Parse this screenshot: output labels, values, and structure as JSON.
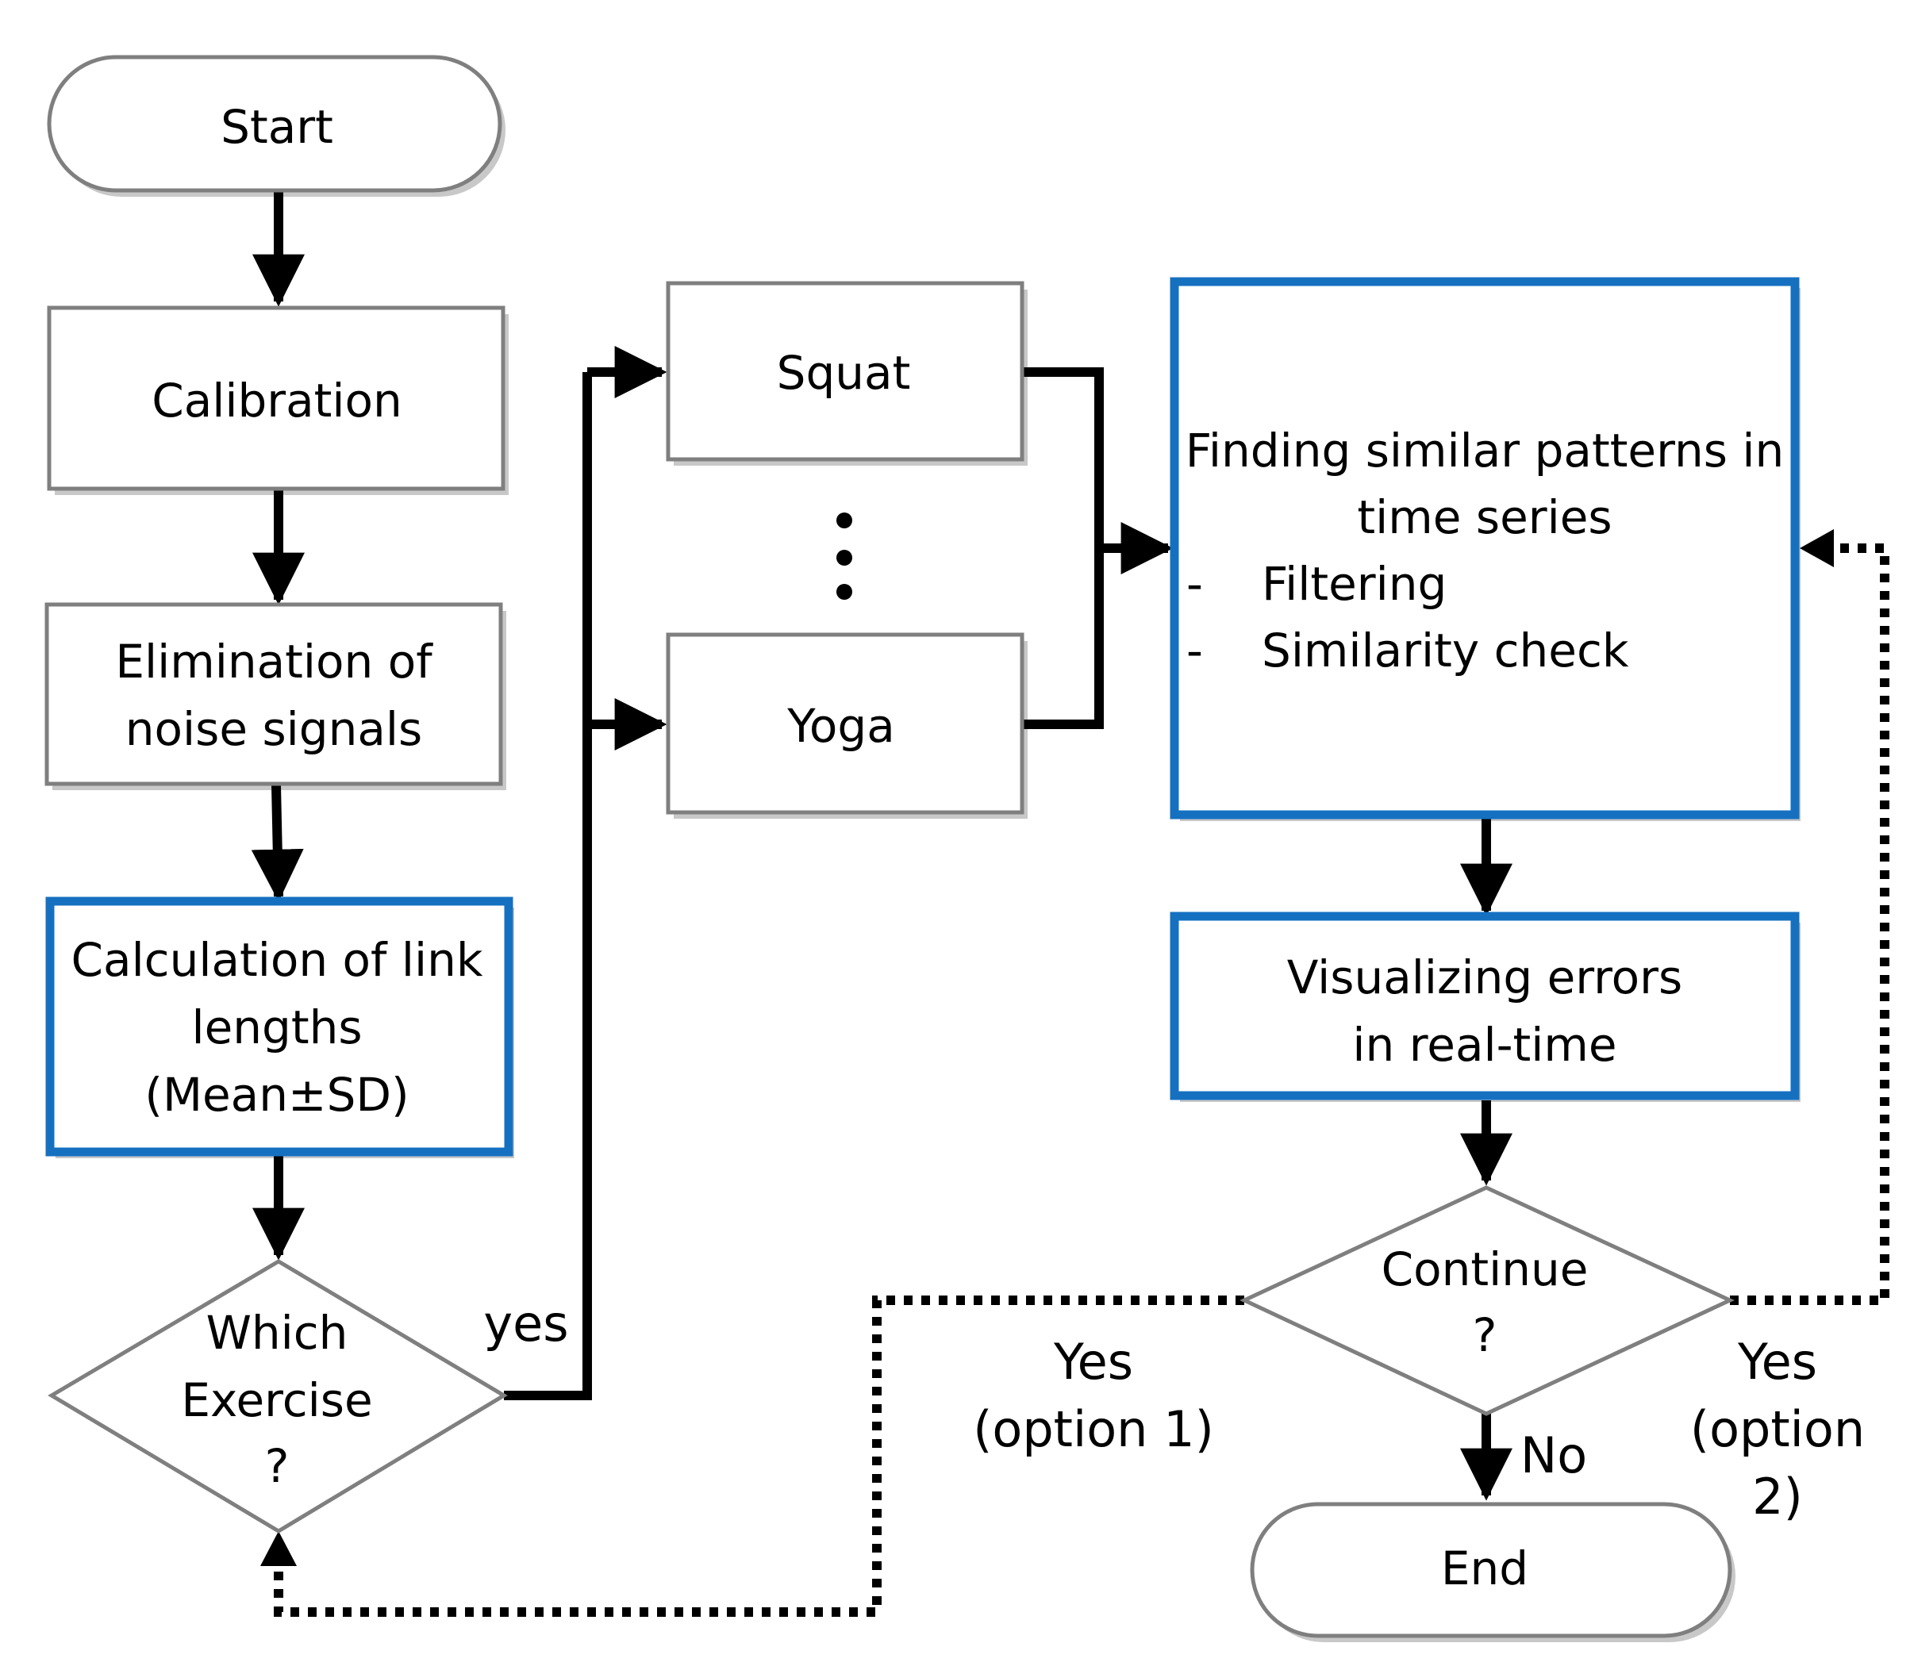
{
  "nodes": {
    "start": "Start",
    "calibration": "Calibration",
    "elimination": [
      "Elimination of",
      "noise signals"
    ],
    "calculation": [
      "Calculation of link",
      "lengths",
      "(Mean±SD)"
    ],
    "which_exercise": [
      "Which",
      "Exercise",
      "?"
    ],
    "squat": "Squat",
    "yoga": "Yoga",
    "finding": {
      "title": [
        "Finding similar patterns in",
        "time series"
      ],
      "items": [
        {
          "bullet": "-",
          "text": "Filtering"
        },
        {
          "bullet": "-",
          "text": "Similarity check"
        }
      ]
    },
    "visualizing": [
      "Visualizing errors",
      "in real-time"
    ],
    "continue": [
      "Continue",
      "?"
    ],
    "end": "End"
  },
  "edge_labels": {
    "yes": "yes",
    "yes_option1": [
      "Yes",
      "(option 1)"
    ],
    "no": "No",
    "yes_option2": [
      "Yes",
      "(option",
      "2)"
    ]
  },
  "colors": {
    "highlight_border": "#1670C0",
    "normal_border": "#7F7F7F",
    "arrow": "#000000",
    "text": "#000000",
    "shadow": "#BFBFBF"
  }
}
